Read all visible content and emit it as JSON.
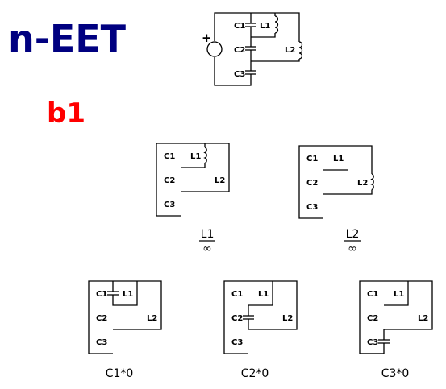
{
  "page": {
    "title": "n-EET",
    "subtitle": "b1",
    "title_color": "#000080",
    "subtitle_color": "#ff0000"
  },
  "main_circuit": {
    "source_polarity": "+",
    "labels": {
      "c1": "C1",
      "c2": "C2",
      "c3": "C3",
      "l1": "L1",
      "l2": "L2"
    }
  },
  "partial_circuits": [
    {
      "labels": {
        "c1": "C1",
        "c2": "C2",
        "c3": "C3",
        "l1": "L1",
        "l2": "L2"
      },
      "caption_top": "L1",
      "caption_bottom": "∞"
    },
    {
      "labels": {
        "c1": "C1",
        "c2": "C2",
        "c3": "C3",
        "l1": "L1",
        "l2": "L2"
      },
      "caption_top": "L2",
      "caption_bottom": "∞"
    }
  ],
  "short_circuits": [
    {
      "labels": {
        "c1": "C1",
        "c2": "C2",
        "c3": "C3",
        "l1": "L1",
        "l2": "L2"
      },
      "caption": "C1*0"
    },
    {
      "labels": {
        "c1": "C1",
        "c2": "C2",
        "c3": "C3",
        "l1": "L1",
        "l2": "L2"
      },
      "caption": "C2*0"
    },
    {
      "labels": {
        "c1": "C1",
        "c2": "C2",
        "c3": "C3",
        "l1": "L1",
        "l2": "L2"
      },
      "caption": "C3*0"
    }
  ]
}
